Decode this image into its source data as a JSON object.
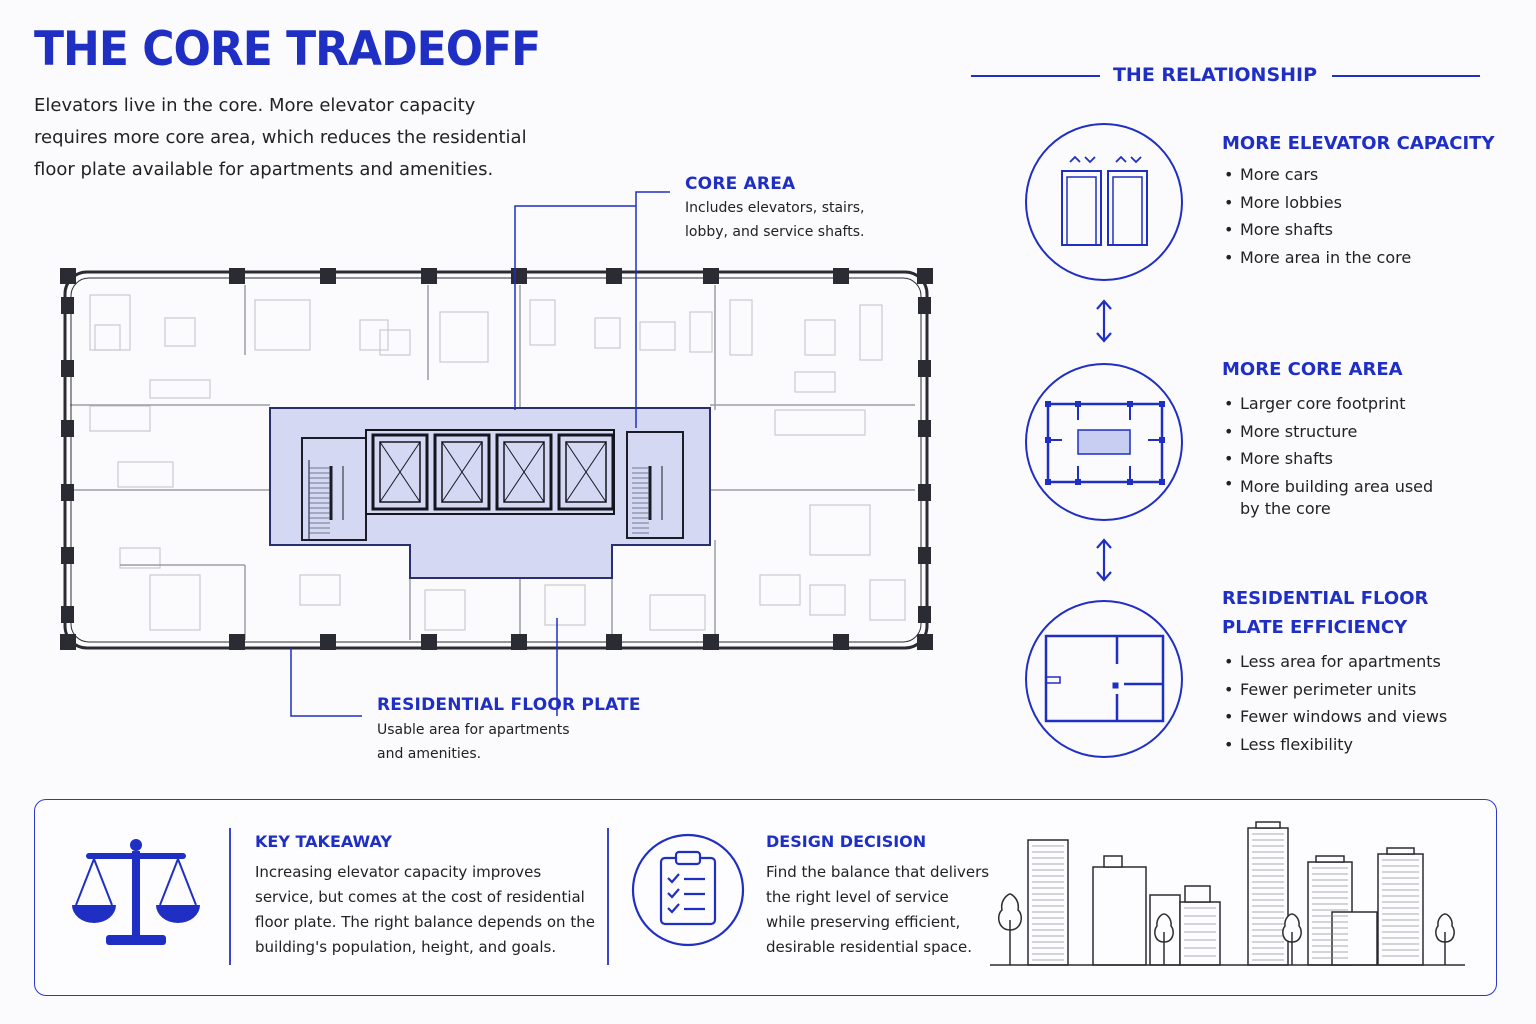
{
  "header": {
    "title": "THE CORE TRADEOFF",
    "intro": "Elevators live in the core. More elevator capacity requires more core area, which reduces the residential floor plate available for apartments and amenities."
  },
  "callouts": {
    "core_area": {
      "title": "CORE AREA",
      "text": "Includes elevators, stairs, lobby, and service shafts."
    },
    "floor_plate": {
      "title": "RESIDENTIAL FLOOR PLATE",
      "text": "Usable area for apartments and amenities."
    }
  },
  "relationship": {
    "title": "THE RELATIONSHIP",
    "sections": [
      {
        "heading": "MORE ELEVATOR CAPACITY",
        "icon": "elevator-icon",
        "items": [
          "More cars",
          "More lobbies",
          "More shafts",
          "More area in the core"
        ]
      },
      {
        "heading": "MORE CORE AREA",
        "icon": "core-plan-icon",
        "items": [
          "Larger core footprint",
          "More structure",
          "More shafts",
          "More building area used by the core"
        ]
      },
      {
        "heading": "RESIDENTIAL FLOOR PLATE EFFICIENCY",
        "icon": "floor-plan-icon",
        "items": [
          "Less area for apartments",
          "Fewer perimeter units",
          "Fewer windows and views",
          "Less flexibility"
        ]
      }
    ]
  },
  "bottom": {
    "takeaway": {
      "heading": "KEY TAKEAWAY",
      "icon": "scale-icon",
      "text": "Increasing elevator capacity improves service, but comes at the cost of residential floor plate. The right balance depends on the building's population, height, and goals."
    },
    "decision": {
      "heading": "DESIGN DECISION",
      "icon": "clipboard-checklist-icon",
      "text": "Find the balance that delivers the right level of service while preserving efficient, desirable residential space."
    },
    "illustration": "city-skyline-icon"
  },
  "colors": {
    "accent": "#1f2fc4",
    "core_fill": "#d4d8f3",
    "line": "#2b2b33"
  }
}
